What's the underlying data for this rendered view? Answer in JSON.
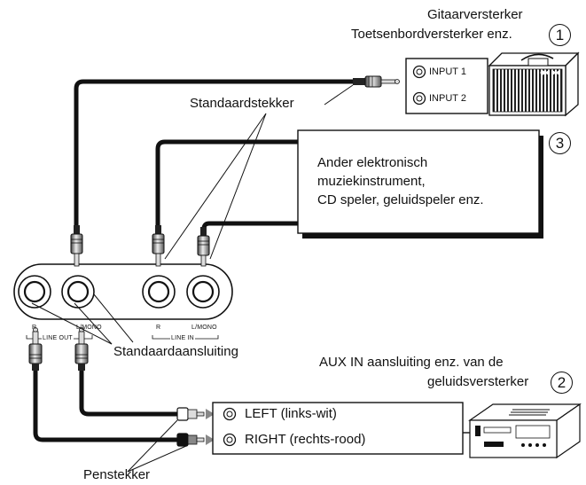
{
  "amp": {
    "title_line1": "Gitaarversterker",
    "title_line2": "Toetsenbordversterker enz.",
    "number": "1",
    "input1": "INPUT 1",
    "input2": "INPUT 2"
  },
  "instrument": {
    "number": "3",
    "line1": "Ander elektronisch",
    "line2": "muziekinstrument,",
    "line3": "CD speler, geluidspeler enz."
  },
  "audio": {
    "number": "2",
    "line1": "AUX IN aansluiting enz. van de",
    "line2": "geluidsversterker",
    "left": "LEFT (links-wit)",
    "right": "RIGHT (rechts-rood)"
  },
  "labels": {
    "standard_plug": "Standaardstekker",
    "standard_jack": "Standaardaansluiting",
    "pin_plug": "Penstekker"
  },
  "panel": {
    "r1": "R",
    "lmono1": "L/MONO",
    "line_out": "LINE OUT",
    "r2": "R",
    "lmono2": "L/MONO",
    "line_in": "LINE IN"
  }
}
